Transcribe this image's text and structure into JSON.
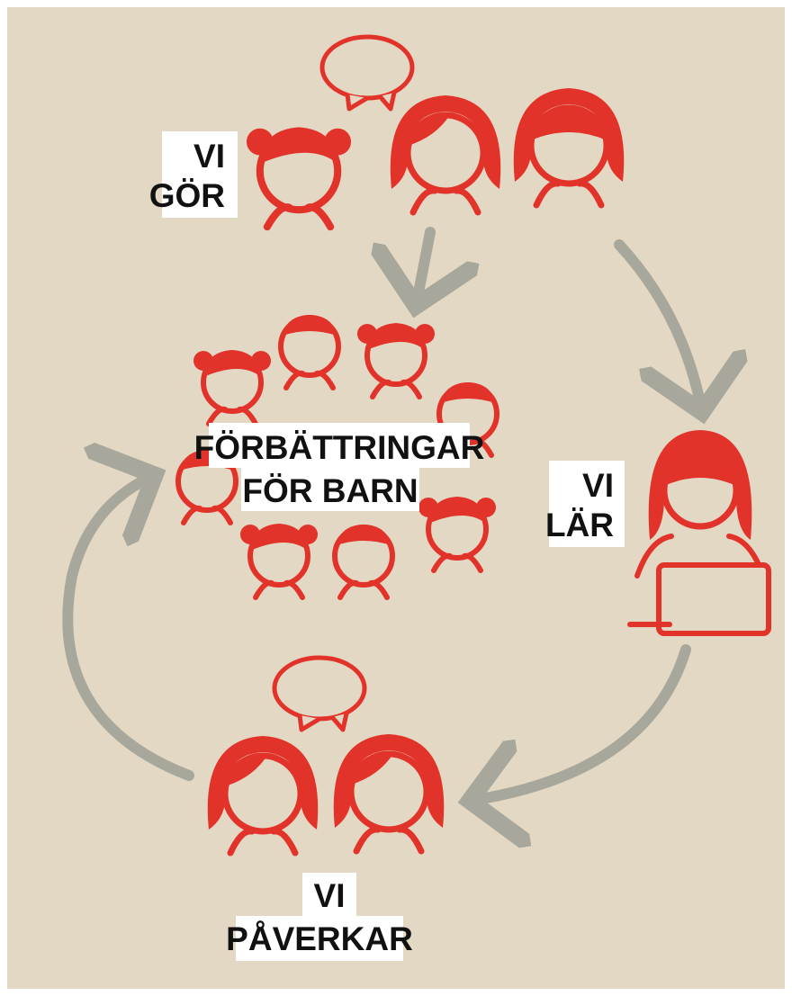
{
  "colors": {
    "background": "#e3d8c3",
    "figure": "#e2332b",
    "arrow": "#a8a79b",
    "label_box": "#ffffff",
    "label_text": "#111111"
  },
  "labels": {
    "vi_gor": {
      "line1": "VI",
      "line2": "GÖR"
    },
    "center": {
      "line1": "FÖRBÄTTRINGAR",
      "line2": "FÖR BARN"
    },
    "vi_lar": {
      "line1": "VI",
      "line2": "LÄR"
    },
    "vi_paverkar": {
      "line1": "VI",
      "line2": "PÅVERKAR"
    }
  },
  "icons": [
    "speech-bubble-icon",
    "girl-pigtails-icon",
    "girl-long-hair-icon",
    "girl-bangs-icon",
    "child-icon",
    "girl-laptop-icon",
    "cycle-arrow-icon"
  ]
}
